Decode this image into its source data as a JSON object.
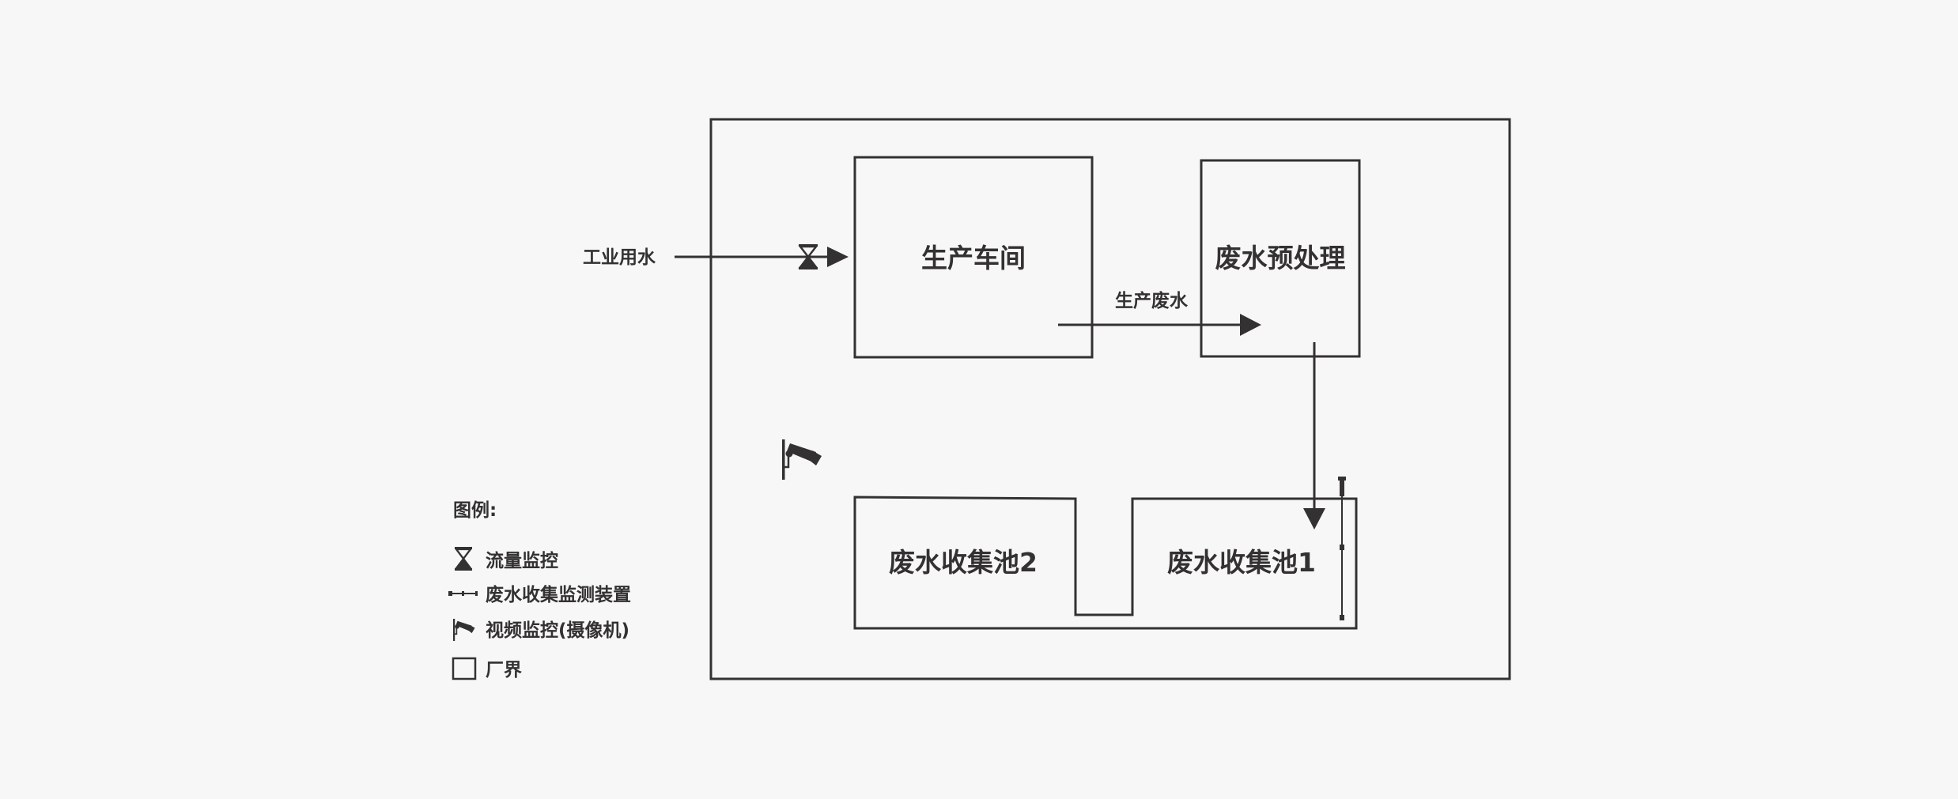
{
  "diagram": {
    "inflow_label": "工业用水",
    "workshop_label": "生产车间",
    "pretreatment_label": "废水预处理",
    "wastewater_flow_label": "生产废水",
    "pool_2_label": "废水收集池2",
    "pool_1_label": "废水收集池1"
  },
  "legend": {
    "title": "图例:",
    "items": [
      {
        "icon": "hourglass-icon",
        "label": "流量监控"
      },
      {
        "icon": "monitoring-device-icon",
        "label": "废水收集监测装置"
      },
      {
        "icon": "camera-icon",
        "label": "视频监控(摄像机)"
      },
      {
        "icon": "boundary-square-icon",
        "label": "厂界"
      }
    ]
  },
  "colors": {
    "ink": "#333132",
    "background": "#f7f7f7"
  }
}
